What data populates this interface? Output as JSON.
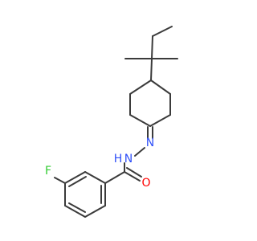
{
  "molecule": {
    "atoms": {
      "F": {
        "symbol": "F",
        "color": "#33CC33"
      },
      "O": {
        "symbol": "O",
        "color": "#FF0000"
      },
      "N1": {
        "symbol": "N",
        "color": "#3050F8"
      },
      "N2": {
        "symbol": "N",
        "color": "#3050F8"
      },
      "H": {
        "symbol": "H",
        "color": "#3050F8"
      }
    },
    "bond_color": "#3b3b3b"
  }
}
